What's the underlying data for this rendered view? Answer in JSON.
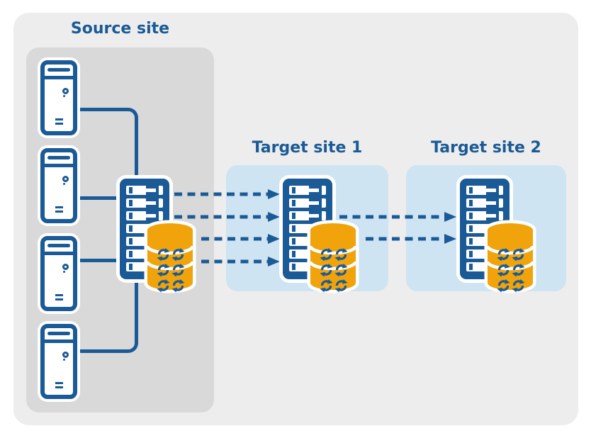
{
  "sites": {
    "source": {
      "label": "Source site",
      "client_towers": 4,
      "server": {
        "slots": 7,
        "handle_slots": 3
      },
      "database": {
        "bands": 3,
        "sync_icons_per_band": 2
      }
    },
    "target1": {
      "label": "Target site 1",
      "server": {
        "slots": 7,
        "handle_slots": 3
      },
      "database": {
        "bands": 3,
        "sync_icons_per_band": 2
      }
    },
    "target2": {
      "label": "Target site 2",
      "server": {
        "slots": 7,
        "handle_slots": 3
      },
      "database": {
        "bands": 3,
        "sync_icons_per_band": 2
      }
    }
  },
  "flows": [
    {
      "from": "client-towers",
      "to": "source-server",
      "count": 4,
      "style": "solid-line"
    },
    {
      "from": "source-server",
      "to": "target1-server",
      "count": 4,
      "style": "dashed-arrow"
    },
    {
      "from": "target1-server",
      "to": "target2-server",
      "count": 2,
      "style": "dashed-arrow"
    }
  ],
  "icons": {
    "tower": "client-server-tower-icon",
    "power": "power-button-icon",
    "rack": "rack-server-icon",
    "slot": "drive-slot",
    "database": "replicated-database-icon",
    "sync": "sync-arrows-icon",
    "arrow": "replication-dashed-arrow",
    "connector": "network-connector-line"
  },
  "colors": {
    "primary_blue": "#1A5A96",
    "database_yellow": "#F0A30A",
    "source_panel_gray": "#D9D9D9",
    "target_panel_blue": "#CFE4F2",
    "outer_background": "#EDEDED",
    "icon_outline_white": "#FFFFFF"
  }
}
